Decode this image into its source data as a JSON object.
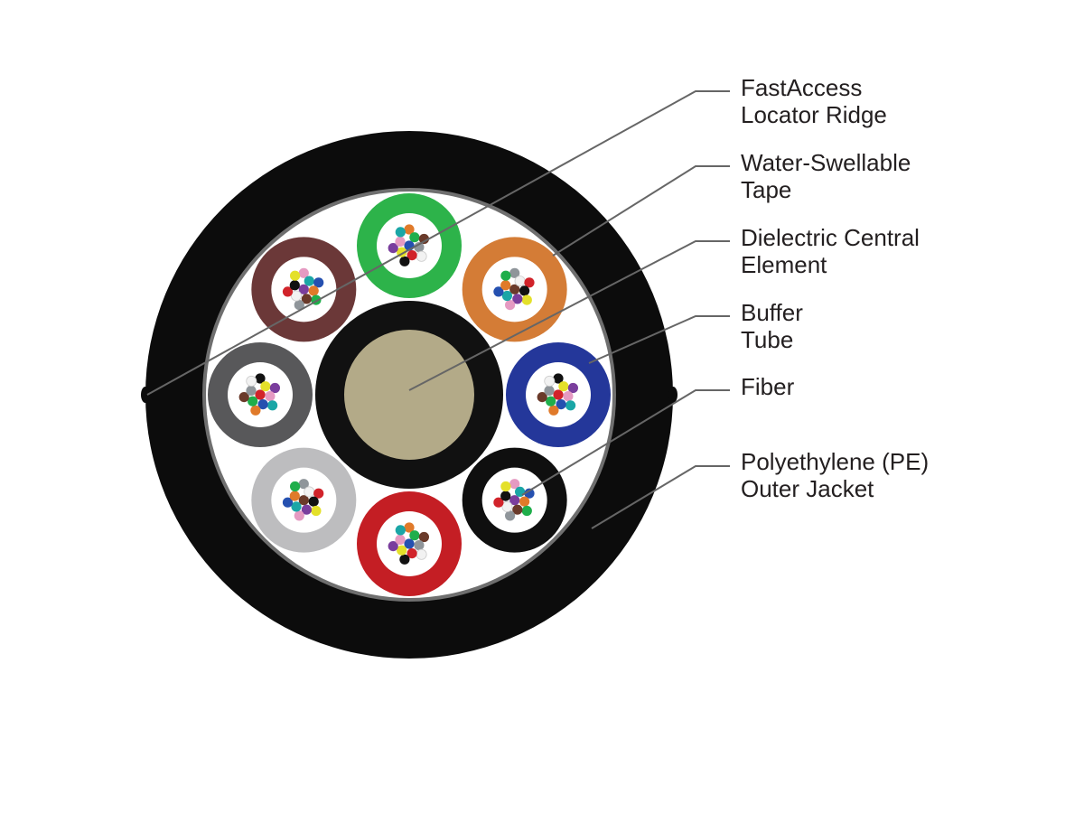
{
  "diagram": {
    "colors": {
      "jacket": "#0c0c0c",
      "jacket_edge": "#6f6f6f",
      "tape": "#ffffff",
      "central_ring": "#111111",
      "central_core": "#b3aa88",
      "leader_line": "#666666",
      "label_text": "#231f20"
    },
    "buffer_tubes": [
      {
        "position": "top",
        "color": "#2db34a"
      },
      {
        "position": "upper-right",
        "color": "#d47c36"
      },
      {
        "position": "right",
        "color": "#24379a"
      },
      {
        "position": "lower-right",
        "color": "#0f0f0f"
      },
      {
        "position": "bottom",
        "color": "#c41e24"
      },
      {
        "position": "lower-left",
        "color": "#bdbdbf"
      },
      {
        "position": "left",
        "color": "#58585a"
      },
      {
        "position": "upper-left",
        "color": "#6b3838"
      }
    ],
    "fiber_colors": [
      "#2550b0",
      "#e07a2a",
      "#1fae4b",
      "#6a3a2a",
      "#8f959a",
      "#f2f2f2",
      "#d1232a",
      "#111111",
      "#e4e02a",
      "#7a3e9d",
      "#e59ac2",
      "#1aa6a6"
    ],
    "callouts": [
      {
        "id": "locator-ridge",
        "lines": [
          "FastAccess",
          "Locator Ridge"
        ]
      },
      {
        "id": "water-tape",
        "lines": [
          "Water-Swellable",
          "Tape"
        ]
      },
      {
        "id": "central-element",
        "lines": [
          "Dielectric Central",
          "Element"
        ]
      },
      {
        "id": "buffer-tube",
        "lines": [
          "Buffer",
          "Tube"
        ]
      },
      {
        "id": "fiber",
        "lines": [
          "Fiber"
        ]
      },
      {
        "id": "outer-jacket",
        "lines": [
          "Polyethylene (PE)",
          "Outer Jacket"
        ]
      }
    ]
  }
}
